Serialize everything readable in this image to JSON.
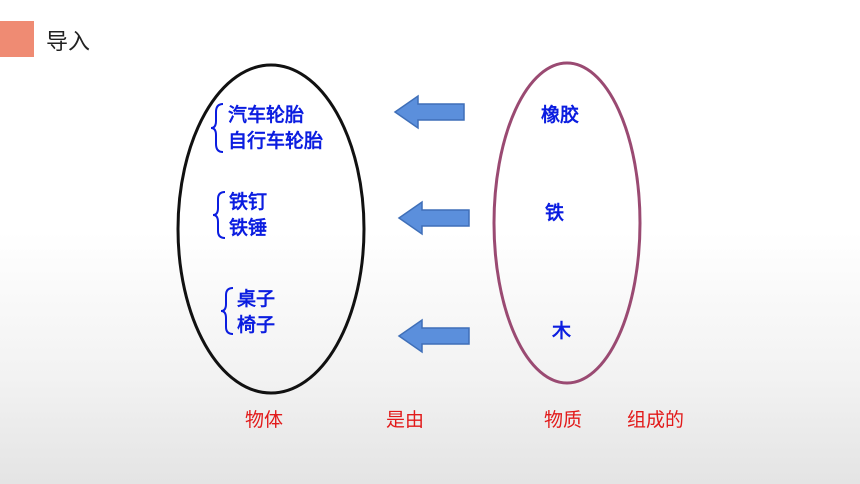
{
  "header": {
    "title": "导入"
  },
  "objects": {
    "group_rubber": [
      "汽车轮胎",
      "自行车轮胎"
    ],
    "group_iron": [
      "铁钉",
      "铁锤"
    ],
    "group_wood": [
      "桌子",
      "椅子"
    ]
  },
  "materials": [
    "橡胶",
    "铁",
    "木"
  ],
  "sentence": {
    "part1": "物体",
    "part2": "是由",
    "part3": "物质",
    "part4": "组成的"
  },
  "colors": {
    "accent": "#ef8b73",
    "label_blue": "#0b1de0",
    "sentence_red": "#e21a1a",
    "arrow_fill": "#5b8fdc",
    "left_ellipse": "#111111",
    "right_ellipse": "#9a4a72"
  }
}
